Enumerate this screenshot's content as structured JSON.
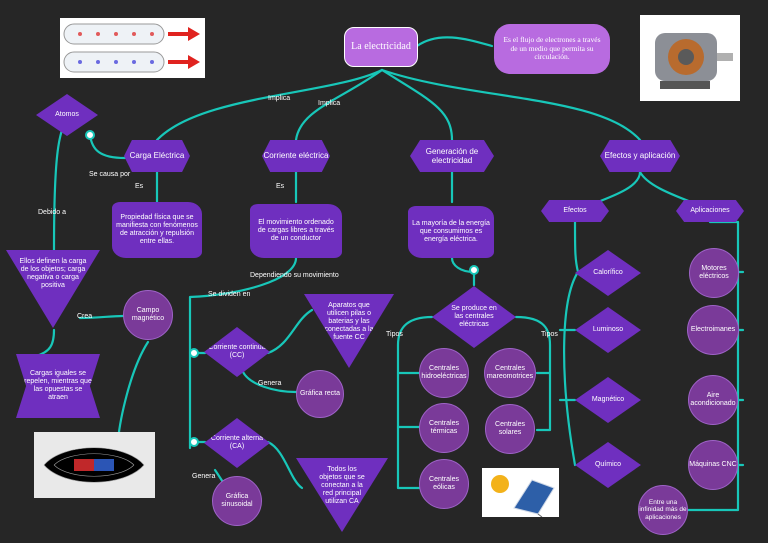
{
  "colors": {
    "line": "#18c7b9",
    "node": "#6f2fbf",
    "circle": "#7a3a99",
    "background": "#262626"
  },
  "root": {
    "title": "La electricidad",
    "definition": "Es el flujo de electrones a través de un medio que permita su circulación."
  },
  "connectors": {
    "implica_1": "Implica",
    "implica_2": "Implica",
    "se_causa_por": "Se causa por",
    "es_1": "Es",
    "es_2": "Es",
    "debido_a": "Debido a",
    "crea": "Crea",
    "dependiendo": "Dependiendo su movimiento",
    "se_dividen_en": "Se dividen en",
    "genera_1": "Genera",
    "genera_2": "Genera",
    "tipos_1": "Tipos",
    "tipos_2": "Tipos"
  },
  "carga": {
    "title": "Carga Eléctrica",
    "definition": "Propiedad física que se manifiesta con fenómenos de atracción y repulsión entre ellas.",
    "atomos": "Atomos",
    "charges": "Ellos definen la carga de los objetos; carga negativa o carga positiva",
    "campo": "Campo magnético",
    "iguales": "Cargas iguales se repelen, mientras que las opuestas se atraen"
  },
  "corriente": {
    "title": "Corriente eléctrica",
    "definition": "El movimiento ordenado de cargas libres a través de un conductor",
    "cc": "Corriente continua (CC)",
    "cc_aparatos": "Aparatos que utilicen pilas o baterias y las conectadas a la fuente CC",
    "grafica_recta": "Gráfica recta",
    "ca": "Corriente alterna (CA)",
    "ca_objetos": "Todos los objetos que se conectan a la red principal utilizan CA",
    "grafica_sinusoidal": "Gráfica sinusoidal"
  },
  "generacion": {
    "title": "Generación de electricidad",
    "definition": "La mayoría de la energía que consumimos es energía eléctrica.",
    "centrales": "Se produce en las centrales eléctricas",
    "types": [
      "Centrales hidroeléctricas",
      "Centrales mareomotrices",
      "Centrales térmicas",
      "Centrales solares",
      "Centrales eólicas"
    ]
  },
  "efectos": {
    "title": "Efectos y aplicación",
    "efectos_label": "Efectos",
    "aplicaciones_label": "Aplicaciones",
    "effects": [
      "Calorífico",
      "Luminoso",
      "Magnético",
      "Químico"
    ],
    "applications": [
      "Motores eléctricos",
      "Electroimanes",
      "Aire acondicionado",
      "Máquinas CNC",
      "Entre una infinidad más de aplicaciones"
    ]
  }
}
